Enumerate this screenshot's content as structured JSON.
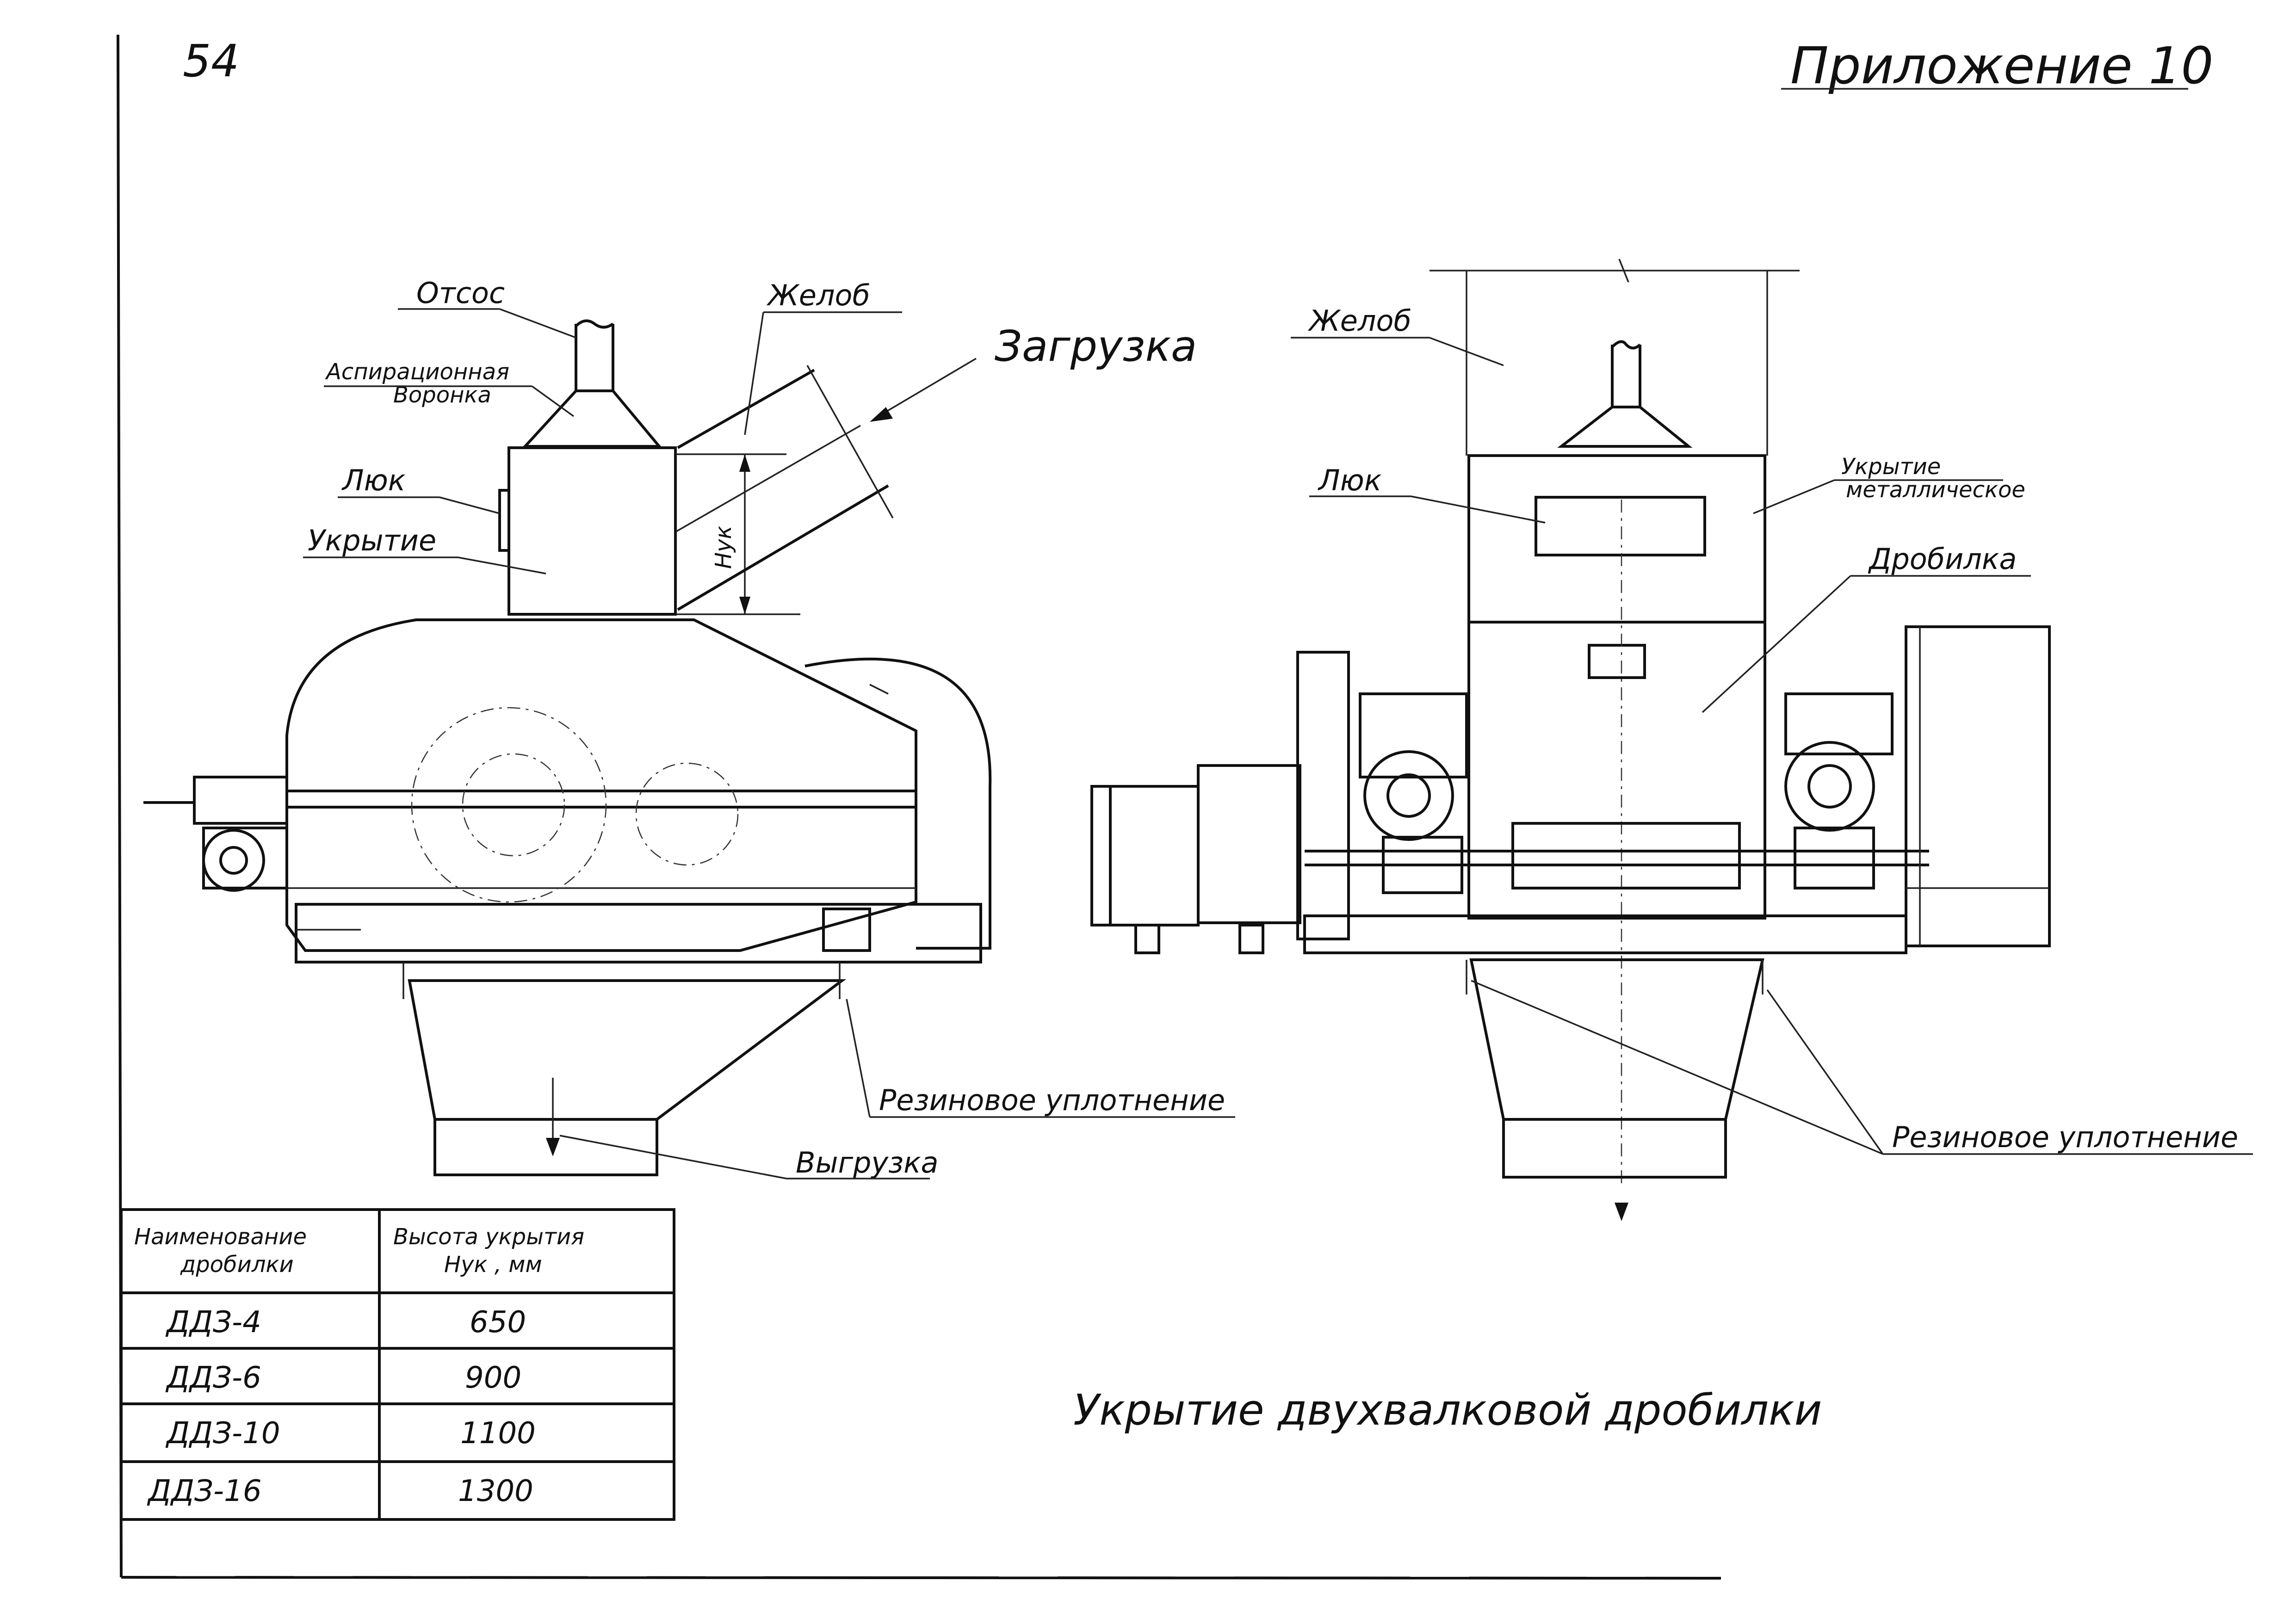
{
  "page": {
    "number": "54",
    "appendix": "Приложение 10",
    "drawing_title": "Укрытие двухвалковой дробилки"
  },
  "left_view": {
    "labels": {
      "suction": "Отсос",
      "aspiration_funnel_1": "Аспирационная",
      "aspiration_funnel_2": "Воронка",
      "chute": "Желоб",
      "loading": "Загрузка",
      "hatch": "Люк",
      "cover": "Укрытие",
      "height_dim": "Нук",
      "rubber_seal": "Резиновое уплотнение",
      "unloading": "Выгрузка"
    }
  },
  "right_view": {
    "labels": {
      "chute": "Желоб",
      "hatch": "Люк",
      "cover_1": "Укрытие",
      "cover_2": "металлическое",
      "crusher": "Дробилка",
      "rubber_seal": "Резиновое уплотнение"
    }
  },
  "table": {
    "headers": [
      [
        "Наименование",
        "дробилки"
      ],
      [
        "Высота укрытия",
        "Нук , мм"
      ]
    ],
    "rows": [
      {
        "name": "ДДЗ-4",
        "height": "650"
      },
      {
        "name": "ДДЗ-6",
        "height": "900"
      },
      {
        "name": "ДДЗ-10",
        "height": "1100"
      },
      {
        "name": "ДДЗ-16",
        "height": "1300"
      }
    ]
  }
}
